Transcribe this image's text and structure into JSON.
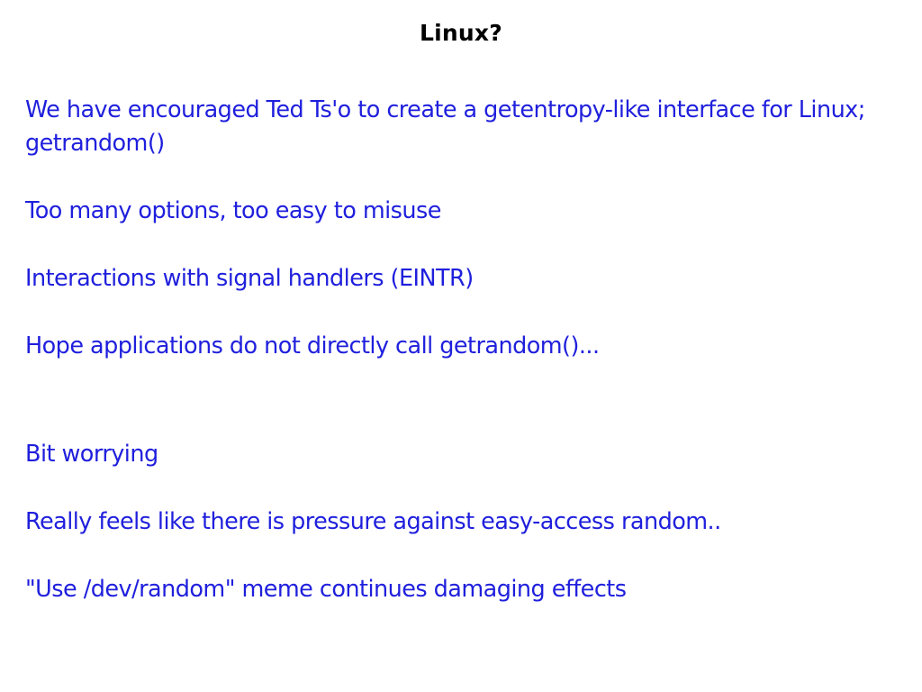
{
  "slide": {
    "title": "Linux?",
    "title_color": "#000000",
    "body_color": "#1f1fdd",
    "background_color": "#ffffff",
    "paragraphs": [
      {
        "id": "getentropy-like-interface",
        "text": "We have encouraged Ted Ts'o to create a getentropy-like interface for Linux; getrandom()",
        "spacing": "first"
      },
      {
        "id": "too-many-options",
        "text": "Too many options, too easy to misuse",
        "spacing": "normal"
      },
      {
        "id": "signal-handlers",
        "text": "Interactions with signal handlers (EINTR)",
        "spacing": "normal"
      },
      {
        "id": "hope-applications",
        "text": "Hope applications do not directly call getrandom()...",
        "spacing": "normal"
      },
      {
        "id": "bit-worrying",
        "text": "Bit worrying",
        "spacing": "large"
      },
      {
        "id": "pressure-against-random",
        "text": "Really feels like there is pressure against easy-access random..",
        "spacing": "normal"
      },
      {
        "id": "dev-random-meme",
        "text": "\"Use /dev/random\" meme continues damaging effects",
        "spacing": "normal"
      }
    ]
  }
}
